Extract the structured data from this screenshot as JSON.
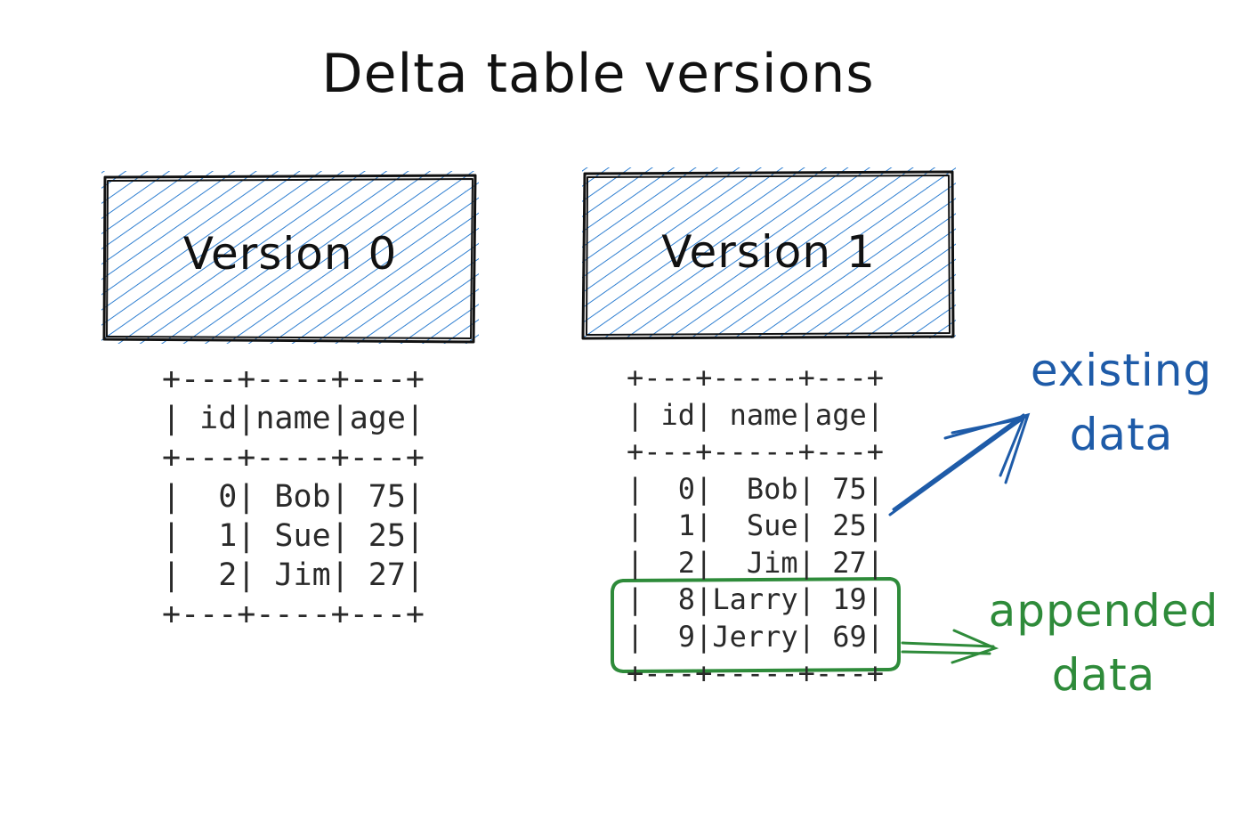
{
  "title": "Delta table versions",
  "versions": [
    {
      "label": "Version 0",
      "table_lines": [
        "+---+----+---+",
        "| id|name|age|",
        "+---+----+---+",
        "|  0| Bob| 75|",
        "|  1| Sue| 25|",
        "|  2| Jim| 27|",
        "+---+----+---+"
      ]
    },
    {
      "label": "Version 1",
      "table_lines": [
        "+---+-----+---+",
        "| id| name|age|",
        "+---+-----+---+",
        "|  0|  Bob| 75|",
        "|  1|  Sue| 25|",
        "|  2|  Jim| 27|",
        "|  8|Larry| 19|",
        "|  9|Jerry| 69|",
        "+---+-----+---+"
      ]
    }
  ],
  "annotations": {
    "existing": {
      "line1": "existing",
      "line2": "data"
    },
    "appended": {
      "line1": "appended",
      "line2": "data"
    }
  },
  "colors": {
    "hatch_fill": "#2f7fd1",
    "existing_note": "#1e5ba8",
    "appended_note": "#2e8b3a",
    "ink": "#111111"
  },
  "icons": {
    "existing_arrow": "arrow-up-right-icon",
    "appended_arrow": "double-arrow-right-icon"
  }
}
